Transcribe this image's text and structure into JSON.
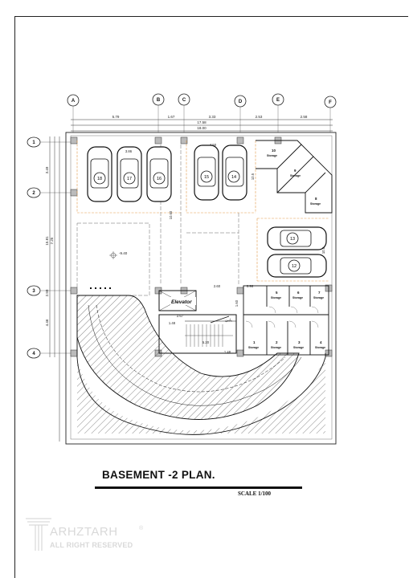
{
  "plan": {
    "title": "BASEMENT -2  PLAN.",
    "scale": "SCALE  1/100"
  },
  "grid": {
    "columns": [
      "A",
      "B",
      "C",
      "D",
      "E",
      "F"
    ],
    "rows": [
      "1",
      "2",
      "3",
      "4"
    ]
  },
  "dimensions": {
    "top": [
      "5.79",
      "1.67",
      "3.33",
      "2.53",
      "2.58"
    ],
    "top_total_1": "17.58",
    "top_total_2": "18.00",
    "left": [
      "3.49",
      "7.25",
      "4.46"
    ],
    "left_total": "15.81",
    "c_ramp": "2.50",
    "level": "-9.40",
    "interior": [
      "3.86",
      "4.50",
      "10.5",
      "10.60",
      "2.60",
      "0.96",
      "2.67",
      "1.60",
      "1.48",
      "5.20",
      "1.48",
      "10.5"
    ]
  },
  "rooms": {
    "elevator": "Elevator",
    "stair_label": "ﺑﺎﻻ",
    "stair_arrow": "پایین",
    "storage_label": "Storage",
    "storage_numbers": [
      "1",
      "2",
      "3",
      "4",
      "5",
      "6",
      "7",
      "8",
      "9",
      "10"
    ]
  },
  "cars": {
    "numbers": [
      "18",
      "17",
      "16",
      "15",
      "14",
      "13",
      "12"
    ]
  },
  "brand": {
    "name": "ARHZTARH",
    "tagline": "ALL RIGHT RESERVED",
    "registered": "®"
  }
}
